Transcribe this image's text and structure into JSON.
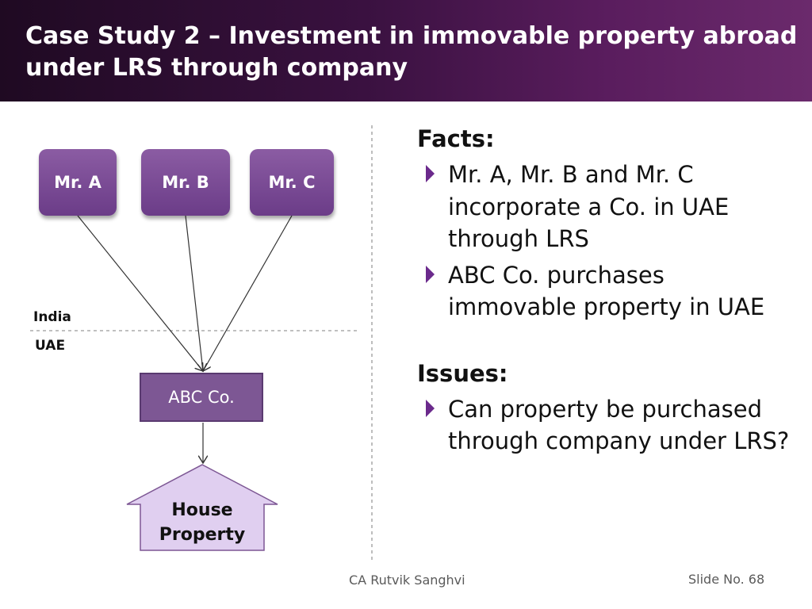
{
  "slide": {
    "title": "Case Study 2 – Investment in immovable property abroad under LRS through company"
  },
  "diagram": {
    "persons": [
      "Mr. A",
      "Mr. B",
      "Mr. C"
    ],
    "region_top": "India",
    "region_bottom": "UAE",
    "company": "ABC Co.",
    "property_lines": [
      "House",
      "Property"
    ]
  },
  "facts": {
    "heading": "Facts:",
    "bullets": [
      "Mr. A, Mr. B and Mr. C incorporate a Co. in UAE through LRS",
      "ABC Co. purchases immovable property in UAE"
    ]
  },
  "issues": {
    "heading": "Issues:",
    "bullets": [
      "Can property be purchased through company under LRS?"
    ]
  },
  "footer": {
    "author": "CA Rutvik Sanghvi",
    "slide_number": "Slide No. 68"
  },
  "colors": {
    "header_dark": "#1f0a22",
    "header_light": "#6b2a6c",
    "node_purple": "#7d5794",
    "house_fill": "#e0cff0",
    "bullet_accent": "#6b2a8c"
  }
}
